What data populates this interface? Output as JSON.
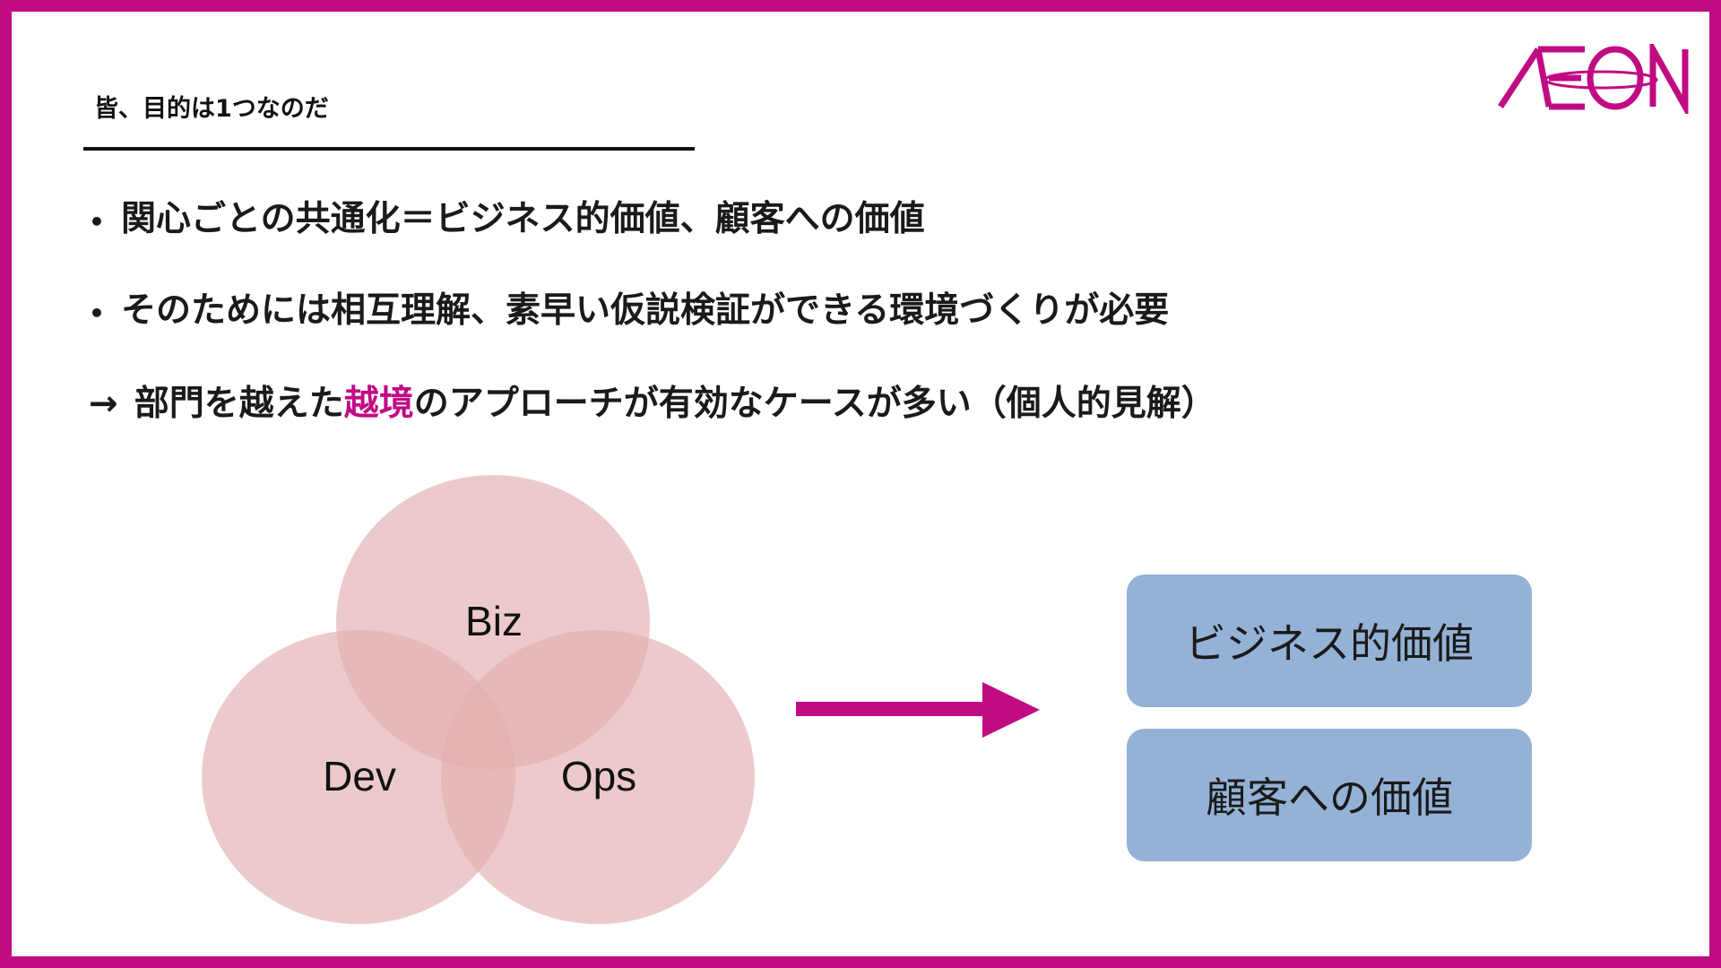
{
  "header": {
    "title": "皆、目的は1つなのだ",
    "logo_text": "ÆON"
  },
  "bullets": [
    {
      "marker": "•",
      "text": "関心ごとの共通化＝ビジネス的価値、顧客への価値"
    },
    {
      "marker": "•",
      "text": "そのためには相互理解、素早い仮説検証ができる環境づくりが必要"
    }
  ],
  "conclusion": {
    "arrow": "→",
    "before": "部門を越えた",
    "highlight": "越境",
    "after": "のアプローチが有効なケースが多い（個人的見解）"
  },
  "venn": {
    "labels": [
      "Biz",
      "Dev",
      "Ops"
    ]
  },
  "values": {
    "box1": "ビジネス的価値",
    "box2": "顧客への価値"
  },
  "colors": {
    "brand": "#c10b83",
    "venn_fill": "#e2aeb0",
    "value_box": "#94b1d6"
  }
}
